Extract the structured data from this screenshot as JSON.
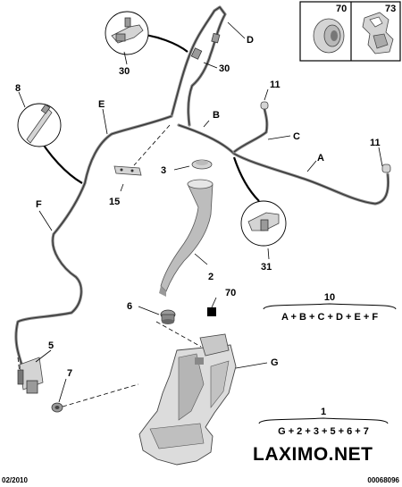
{
  "labels": {
    "d": "D",
    "b": "B",
    "e": "E",
    "c": "C",
    "a": "A",
    "f": "F",
    "g": "G",
    "n30a": "30",
    "n30b": "30",
    "n8": "8",
    "n11a": "11",
    "n11b": "11",
    "n3": "3",
    "n15": "15",
    "n31": "31",
    "n2": "2",
    "n6": "6",
    "n70": "70",
    "n5": "5",
    "n7": "7"
  },
  "inset": {
    "n70": "70",
    "n73": "73"
  },
  "groups": {
    "g10_num": "10",
    "g10_formula": "A + B + C + D + E + F",
    "g1_num": "1",
    "g1_formula": "G + 2 + 3 + 5 + 6 + 7"
  },
  "brand": "LAXIMO.NET",
  "footer": {
    "date": "02/2010",
    "ref": "00068096"
  }
}
